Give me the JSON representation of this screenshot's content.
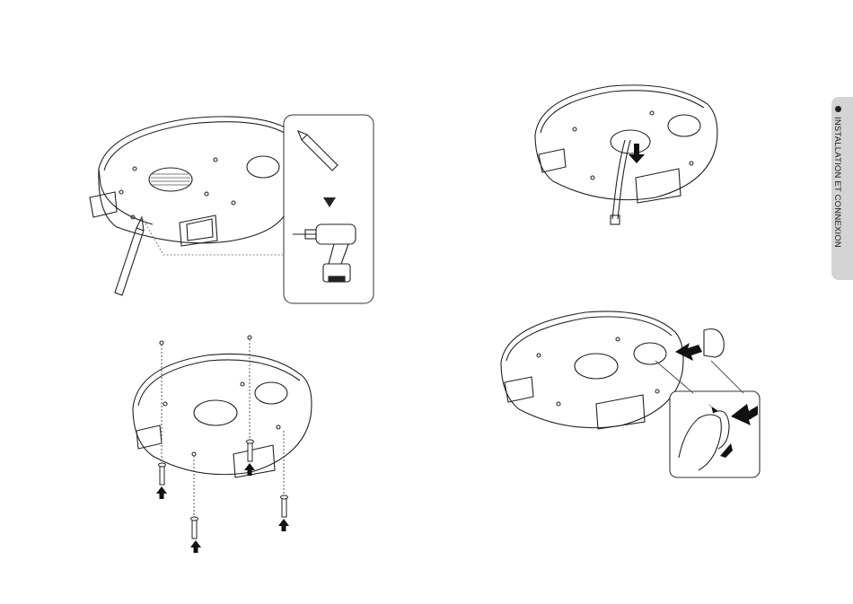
{
  "sidebar": {
    "section_title": "INSTALLATION ET CONNEXION",
    "accent_color": "#d4d4d4"
  },
  "figures": [
    {
      "id": "fig-mark-holes",
      "icons": [
        "mounting-plate",
        "pencil-icon",
        "drill-icon",
        "arrow-down-icon"
      ]
    },
    {
      "id": "fig-screws",
      "icons": [
        "mounting-plate",
        "screw-icon",
        "arrow-up-icon"
      ]
    },
    {
      "id": "fig-cable",
      "icons": [
        "mounting-plate",
        "cable",
        "arrow-down-icon"
      ]
    },
    {
      "id": "fig-remove-cover",
      "icons": [
        "mounting-plate",
        "cover-cap",
        "hand",
        "arrow-right-icon"
      ]
    }
  ]
}
